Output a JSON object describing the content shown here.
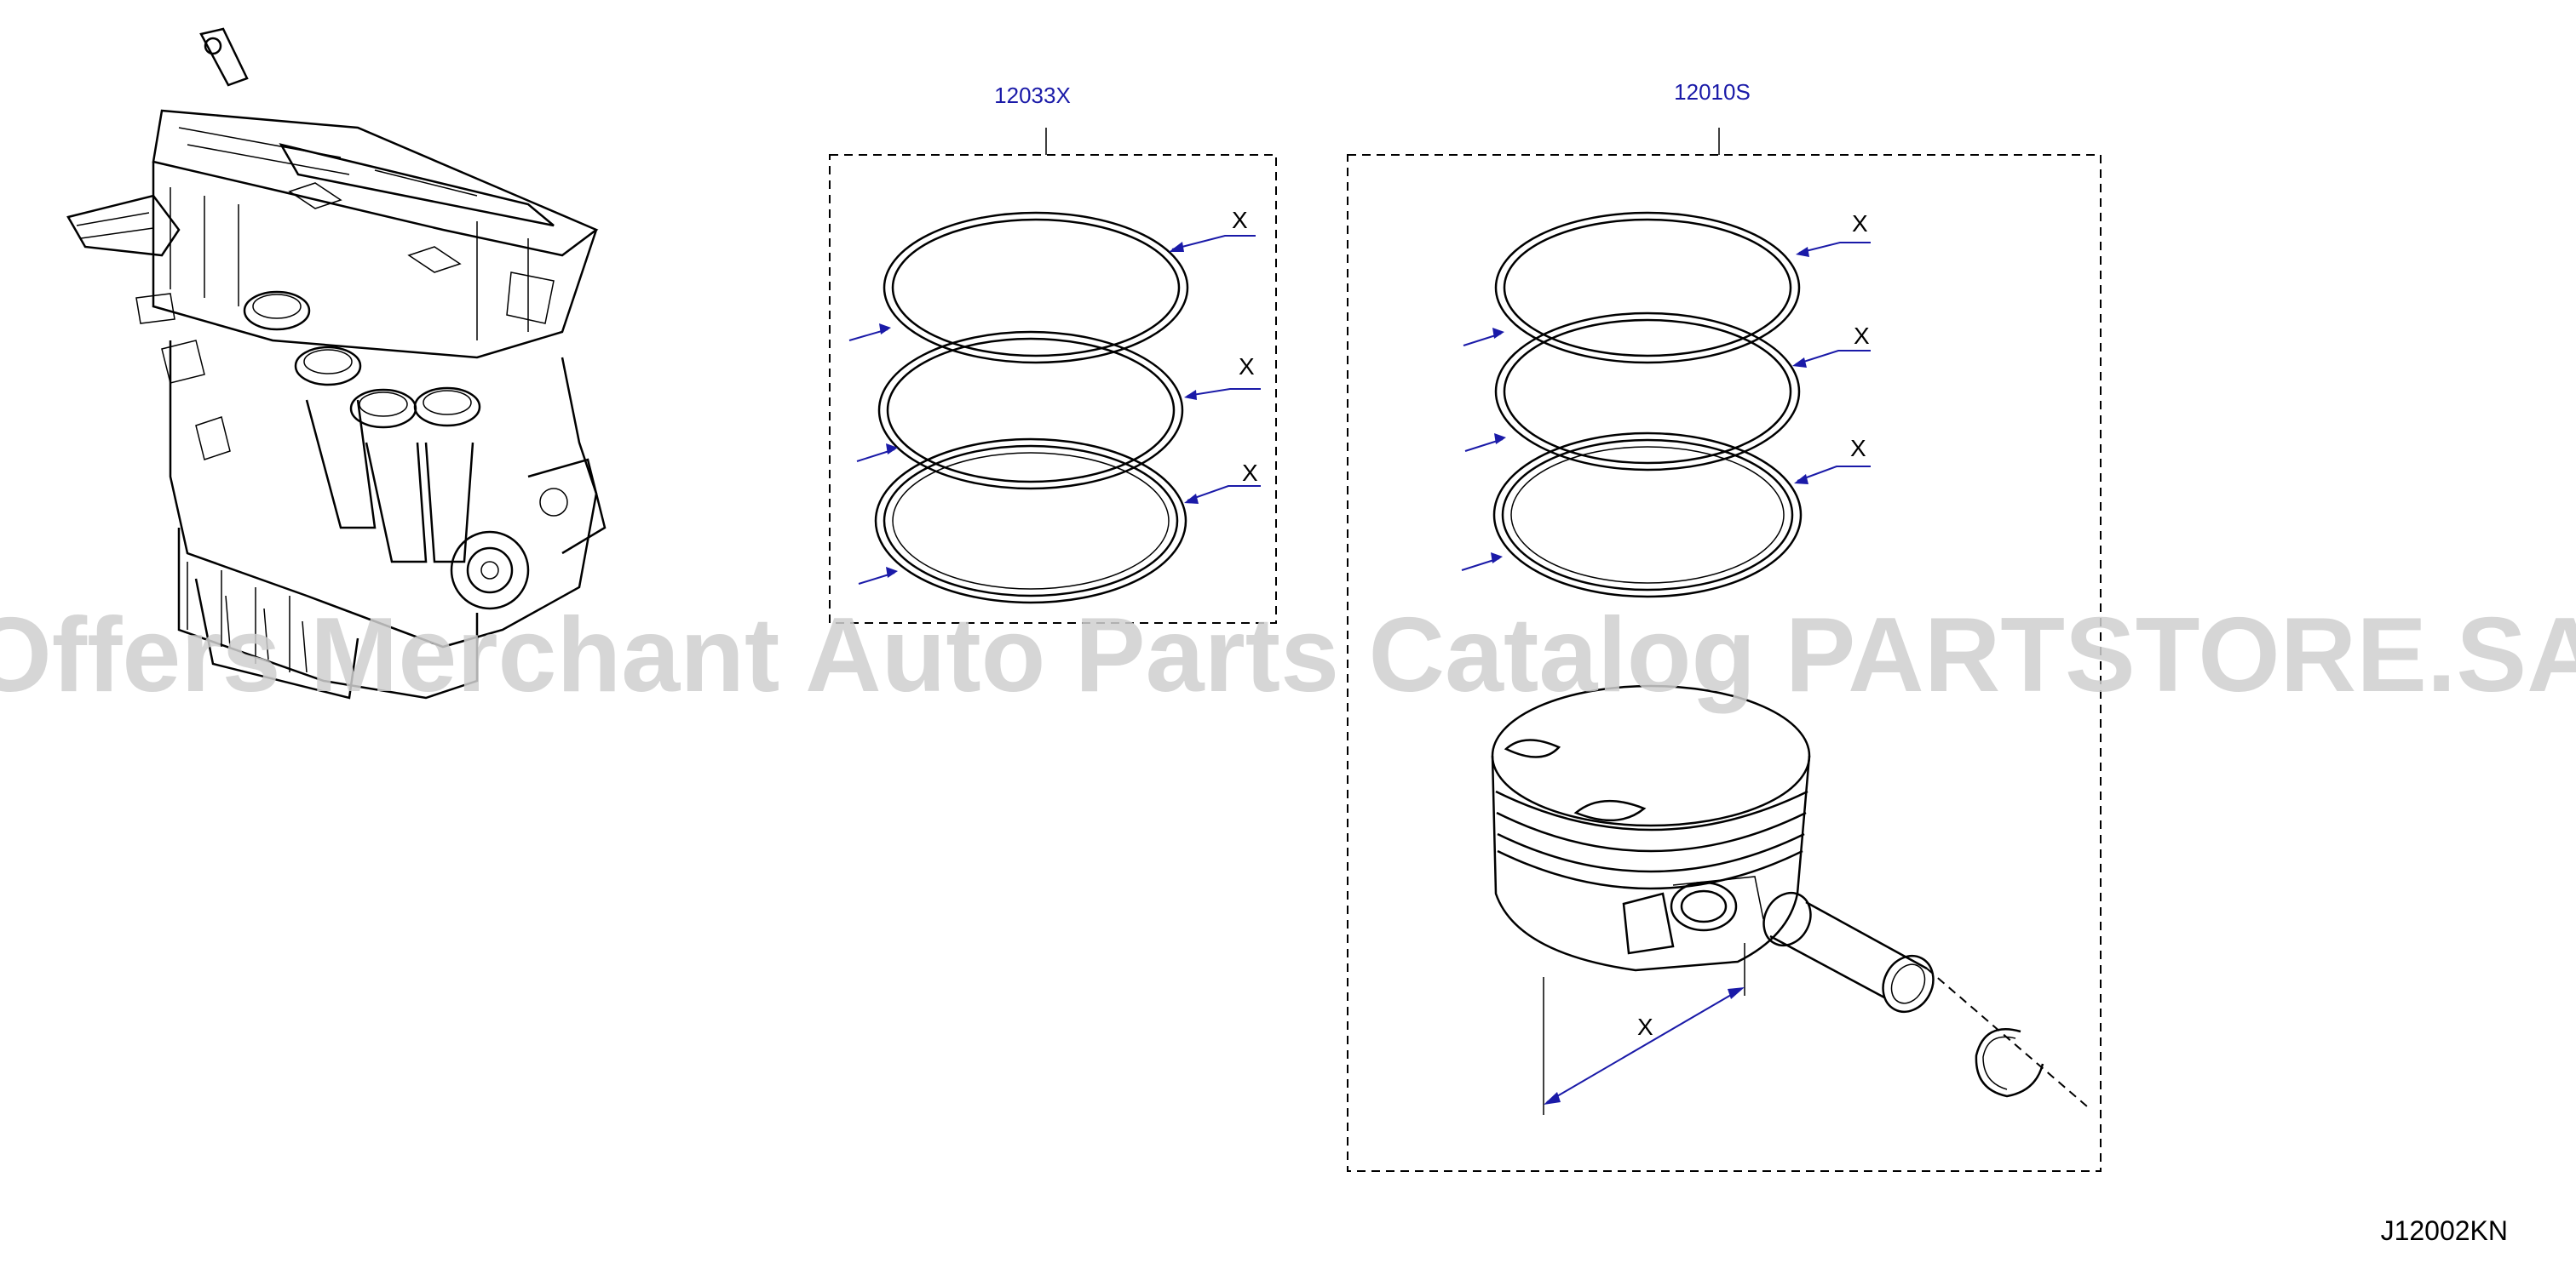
{
  "diagram": {
    "part_numbers": {
      "ring_set": "12033X",
      "piston_assembly": "12010S"
    },
    "callout_marks": {
      "ring_set_top": "X",
      "ring_set_middle": "X",
      "ring_set_bottom": "X",
      "piston_ring_top": "X",
      "piston_ring_middle": "X",
      "piston_ring_bottom": "X",
      "piston_dimension": "X"
    },
    "watermark": "Offers Merchant Auto Parts Catalog PARTSTORE.SA",
    "diagram_code": "J12002KN"
  },
  "colors": {
    "part_number_text": "#1a1aa8",
    "leader_lines": "#1a1aa8",
    "line_art": "#000000",
    "watermark": "#cfcfcf"
  }
}
